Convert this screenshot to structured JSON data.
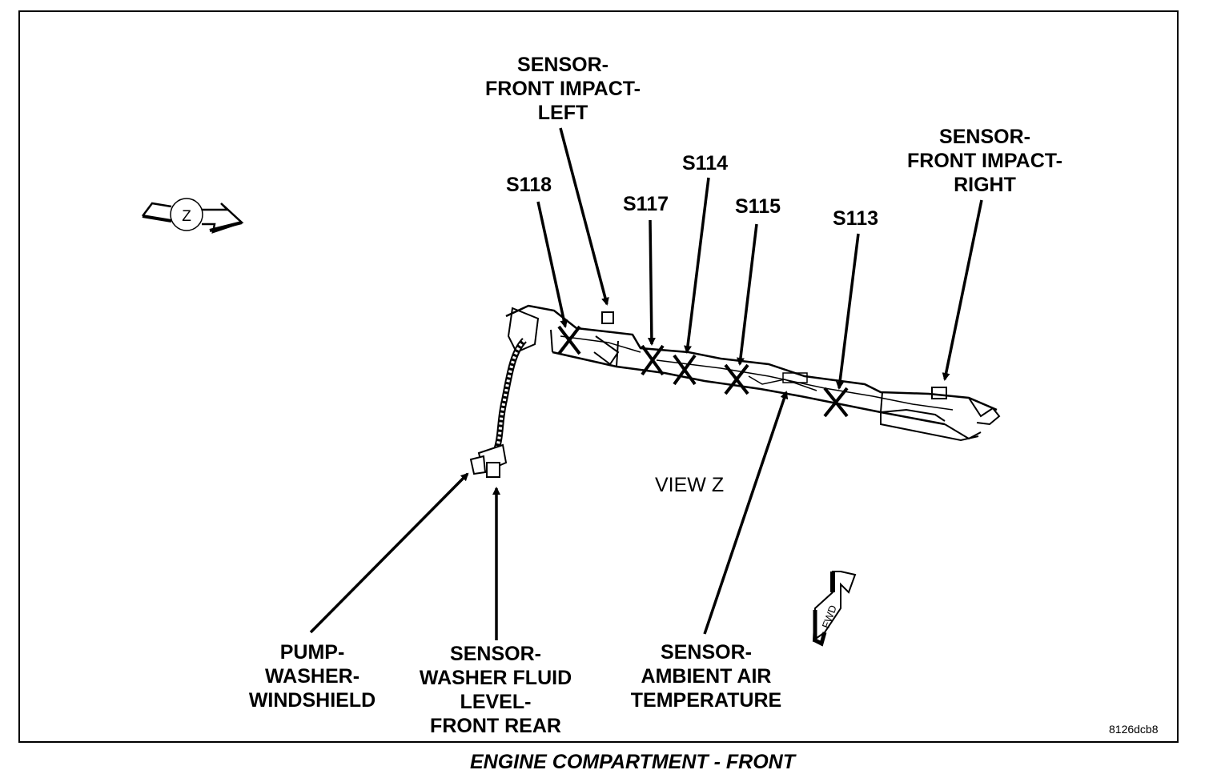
{
  "labels": {
    "sensor_front_impact_left": [
      "SENSOR-",
      "FRONT IMPACT-",
      "LEFT"
    ],
    "sensor_front_impact_right": [
      "SENSOR-",
      "FRONT IMPACT-",
      "RIGHT"
    ],
    "pump_washer_windshield": [
      "PUMP-",
      "WASHER-",
      "WINDSHIELD"
    ],
    "sensor_washer_fluid_level": [
      "SENSOR-",
      "WASHER FLUID",
      "LEVEL-",
      "FRONT REAR"
    ],
    "sensor_ambient_air_temperature": [
      "SENSOR-",
      "AMBIENT AIR",
      "TEMPERATURE"
    ]
  },
  "splices": {
    "s118": "S118",
    "s117": "S117",
    "s114": "S114",
    "s115": "S115",
    "s113": "S113"
  },
  "view_label": "VIEW Z",
  "view_marker": "Z",
  "fwd_marker": "FWD",
  "figure_id": "8126dcb8",
  "caption": "ENGINE COMPARTMENT - FRONT"
}
